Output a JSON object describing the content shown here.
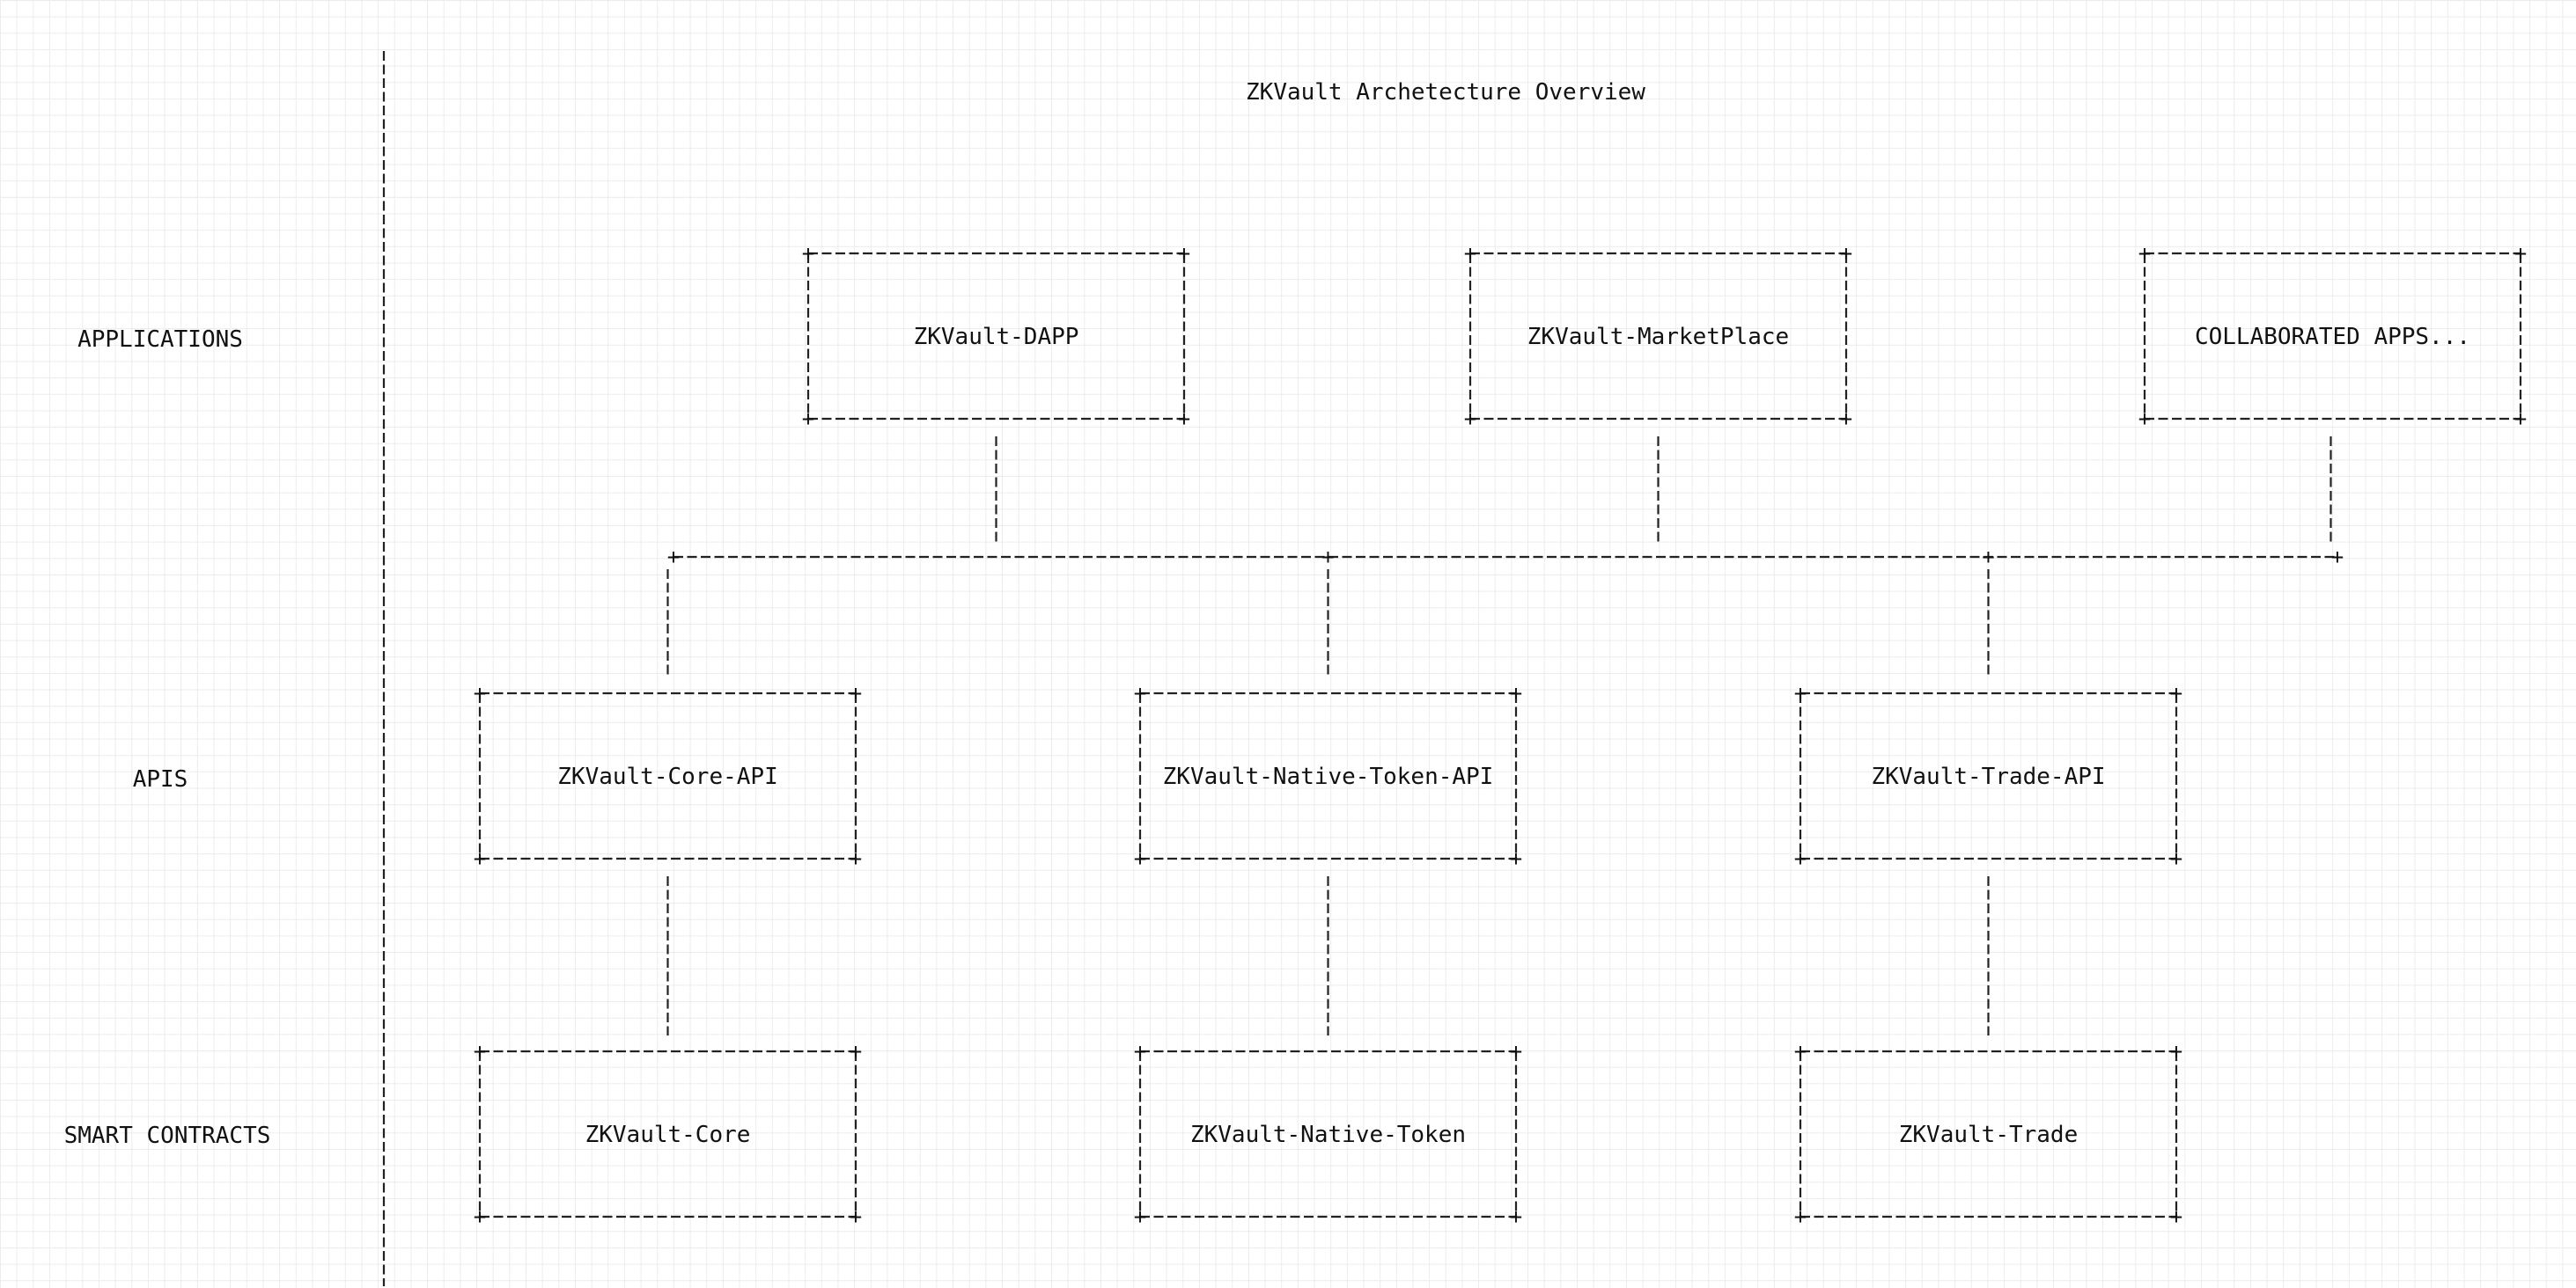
{
  "title": "ZKVault Archetecture Overview",
  "layers": [
    {
      "id": "applications",
      "label": "APPLICATIONS"
    },
    {
      "id": "apis",
      "label": "APIS"
    },
    {
      "id": "contracts",
      "label": "SMART CONTRACTS"
    }
  ],
  "nodes": [
    {
      "id": "dapp",
      "layer": "applications",
      "label": "ZKVault-DAPP"
    },
    {
      "id": "marketplace",
      "layer": "applications",
      "label": "ZKVault-MarketPlace"
    },
    {
      "id": "collab",
      "layer": "applications",
      "label": "COLLABORATED APPS..."
    },
    {
      "id": "core-api",
      "layer": "apis",
      "label": "ZKVault-Core-API"
    },
    {
      "id": "token-api",
      "layer": "apis",
      "label": "ZKVault-Native-Token-API"
    },
    {
      "id": "trade-api",
      "layer": "apis",
      "label": "ZKVault-Trade-API"
    },
    {
      "id": "core",
      "layer": "contracts",
      "label": "ZKVault-Core"
    },
    {
      "id": "token",
      "layer": "contracts",
      "label": "ZKVault-Native-Token"
    },
    {
      "id": "trade",
      "layer": "contracts",
      "label": "ZKVault-Trade"
    }
  ],
  "edges": [
    {
      "from": "dapp",
      "to": "bus"
    },
    {
      "from": "marketplace",
      "to": "bus"
    },
    {
      "from": "collab",
      "to": "bus"
    },
    {
      "from": "bus",
      "to": "core-api"
    },
    {
      "from": "bus",
      "to": "token-api"
    },
    {
      "from": "bus",
      "to": "trade-api"
    },
    {
      "from": "core-api",
      "to": "core"
    },
    {
      "from": "token-api",
      "to": "token"
    },
    {
      "from": "trade-api",
      "to": "trade"
    }
  ]
}
